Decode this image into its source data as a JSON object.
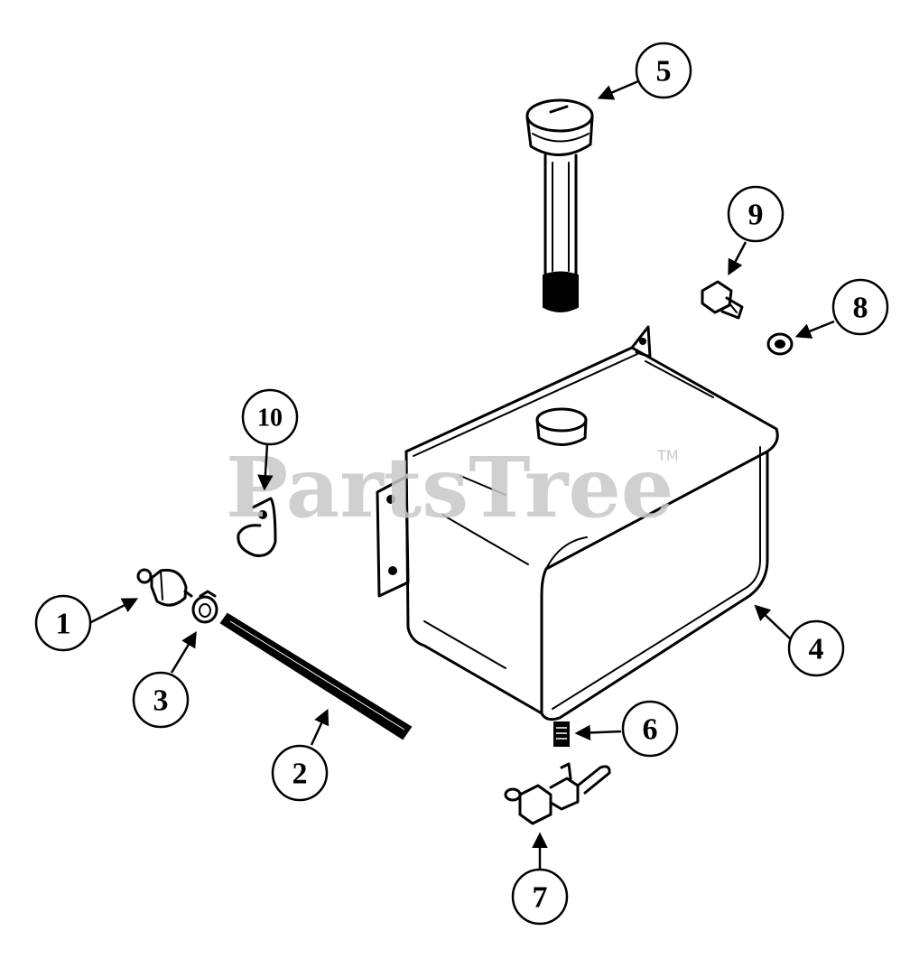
{
  "watermark": {
    "text": "PartsTree",
    "trademark": "TM"
  },
  "callouts": [
    {
      "id": "callout-1",
      "label": "1"
    },
    {
      "id": "callout-2",
      "label": "2"
    },
    {
      "id": "callout-3",
      "label": "3"
    },
    {
      "id": "callout-4",
      "label": "4"
    },
    {
      "id": "callout-5",
      "label": "5"
    },
    {
      "id": "callout-6",
      "label": "6"
    },
    {
      "id": "callout-7",
      "label": "7"
    },
    {
      "id": "callout-8",
      "label": "8"
    },
    {
      "id": "callout-9",
      "label": "9"
    },
    {
      "id": "callout-10",
      "label": "10"
    }
  ],
  "colors": {
    "ink": "#000000",
    "watermark": "#c8c8c8",
    "background": "#ffffff"
  }
}
